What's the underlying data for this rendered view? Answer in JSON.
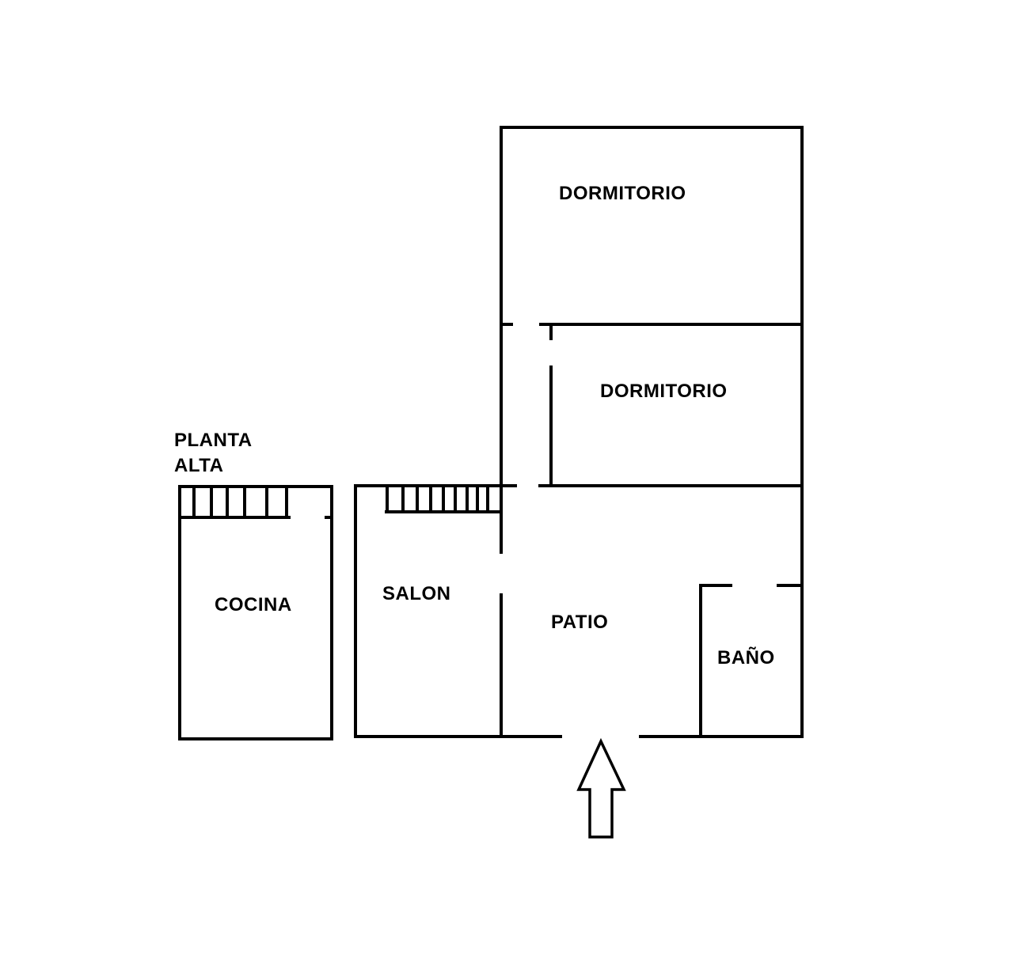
{
  "colors": {
    "wall": "#000000",
    "background": "#ffffff"
  },
  "rooms": {
    "dormitorio_1": "DORMITORIO",
    "dormitorio_2": "DORMITORIO",
    "planta_alta_line1": "PLANTA",
    "planta_alta_line2": "ALTA",
    "cocina": "COCINA",
    "salon": "SALON",
    "patio": "PATIO",
    "bano": "BAÑO"
  },
  "icons": {
    "entrance": "arrow-up-icon",
    "stairs": "stairs-icon"
  }
}
